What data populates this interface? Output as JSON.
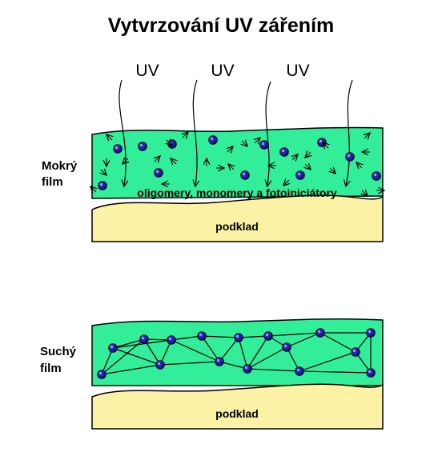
{
  "title": "Vytvrzování UV zářením",
  "uv_label": "UV",
  "wet_film": {
    "label_line1": "Mokrý",
    "label_line2": "film",
    "content_label": "oligomery, monomery a fotoiniciátory",
    "substrate_label": "podklad"
  },
  "dry_film": {
    "label_line1": "Suchý",
    "label_line2": "film",
    "substrate_label": "podklad"
  },
  "colors": {
    "film": "#33ee99",
    "substrate": "#fbf2a6",
    "molecule": "#14148c",
    "outline": "#000000"
  }
}
